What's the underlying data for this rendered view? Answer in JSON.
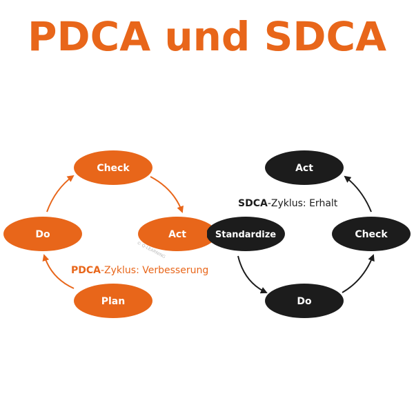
{
  "title": "PDCA und SDCA",
  "colors": {
    "pdca": "#e8661a",
    "sdca": "#1c1c1c",
    "text_dark": "#1c1c1c"
  },
  "pdca": {
    "nodes": {
      "check": "Check",
      "do": "Do",
      "act": "Act",
      "plan": "Plan"
    },
    "caption_bold": "PDCA",
    "caption_rest": "-Zyklus: Verbesserung"
  },
  "sdca": {
    "nodes": {
      "act": "Act",
      "standardize": "Standardize",
      "check": "Check",
      "do": "Do"
    },
    "caption_bold": "SDCA",
    "caption_rest": "-Zyklus: Erhalt"
  },
  "watermark": "© Q-LEARNING"
}
